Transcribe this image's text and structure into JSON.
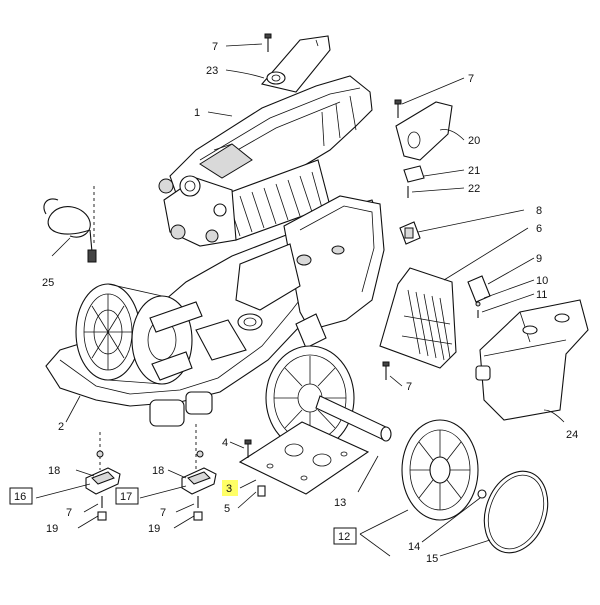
{
  "diagram": {
    "callouts": {
      "c7a": "7",
      "c23": "23",
      "c1": "1",
      "c7b": "7",
      "c20": "20",
      "c21": "21",
      "c22": "22",
      "c8": "8",
      "c6": "6",
      "c25": "25",
      "c9": "9",
      "c10": "10",
      "c11": "11",
      "c7c": "7",
      "c24": "24",
      "c2": "2",
      "c18a": "18",
      "c16": "16",
      "c7d": "7",
      "c19a": "19",
      "c18b": "18",
      "c17": "17",
      "c7e": "7",
      "c19b": "19",
      "c4": "4",
      "c3": "3",
      "c5": "5",
      "c13": "13",
      "c12": "12",
      "c14": "14",
      "c15": "15"
    },
    "highlight_color": "#ffff66"
  }
}
